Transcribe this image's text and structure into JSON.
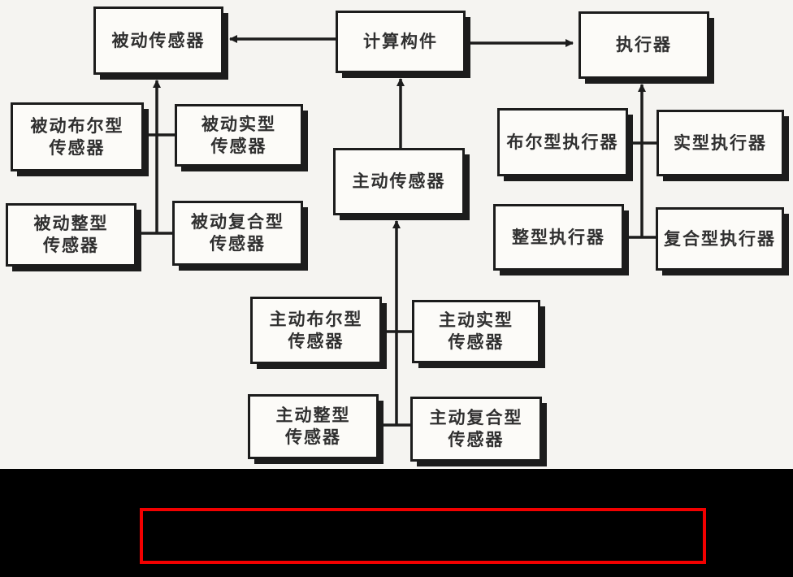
{
  "diagram": {
    "nodes": {
      "passive_sensor": {
        "label": "被动传感器"
      },
      "compute": {
        "label": "计算构件"
      },
      "actuator": {
        "label": "执行器"
      },
      "passive_bool": {
        "label": "被动布尔型\n传感器"
      },
      "passive_real": {
        "label": "被动实型\n传感器"
      },
      "passive_int": {
        "label": "被动整型\n传感器"
      },
      "passive_composite": {
        "label": "被动复合型\n传感器"
      },
      "active_sensor": {
        "label": "主动传感器"
      },
      "bool_actuator": {
        "label": "布尔型执行器"
      },
      "real_actuator": {
        "label": "实型执行器"
      },
      "int_actuator": {
        "label": "整型执行器"
      },
      "composite_actuator": {
        "label": "复合型执行器"
      },
      "active_bool": {
        "label": "主动布尔型\n传感器"
      },
      "active_real": {
        "label": "主动实型\n传感器"
      },
      "active_int": {
        "label": "主动整型\n传感器"
      },
      "active_composite": {
        "label": "主动复合型\n传感器"
      }
    },
    "colors": {
      "line": "#1c1c1c",
      "box_fill": "#fcfbf8",
      "background": "#f5f4f1",
      "redaction_band": "#000000",
      "highlight_border": "#f20000"
    }
  }
}
